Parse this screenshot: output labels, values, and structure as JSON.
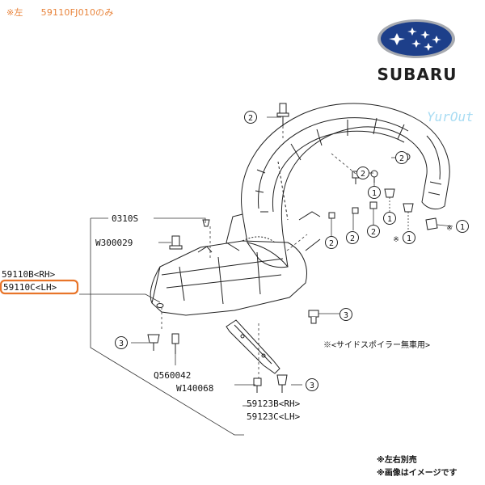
{
  "header": {
    "side_prefix": "※左",
    "part_note": "59110FJ010のみ"
  },
  "brand": {
    "name": "SUBARU",
    "logo": "subaru-pleiades-logo",
    "logo_colors": {
      "oval": "#1d3f8a",
      "stars": "#ffffff"
    }
  },
  "watermark": {
    "text": "YurOut",
    "color": "#9fd8f2"
  },
  "part_labels": {
    "p0310s": "0310S",
    "w300029": "W300029",
    "rh_part": "59110B<RH>",
    "lh_part": "59110C<LH>",
    "q560042": "Q560042",
    "w140068": "W140068",
    "b59123b": "59123B<RH>",
    "b59123c": "59123C<LH>",
    "spoiler_note": "※<サイドスポイラー無車用>"
  },
  "callouts": {
    "two": "2",
    "one": "1",
    "three": "3",
    "star": "※"
  },
  "highlight": {
    "target": "59110C<LH>",
    "color": "#e8752a"
  },
  "footer": {
    "note_separate": "※左右別売",
    "note_image": "※画像はイメージです"
  }
}
